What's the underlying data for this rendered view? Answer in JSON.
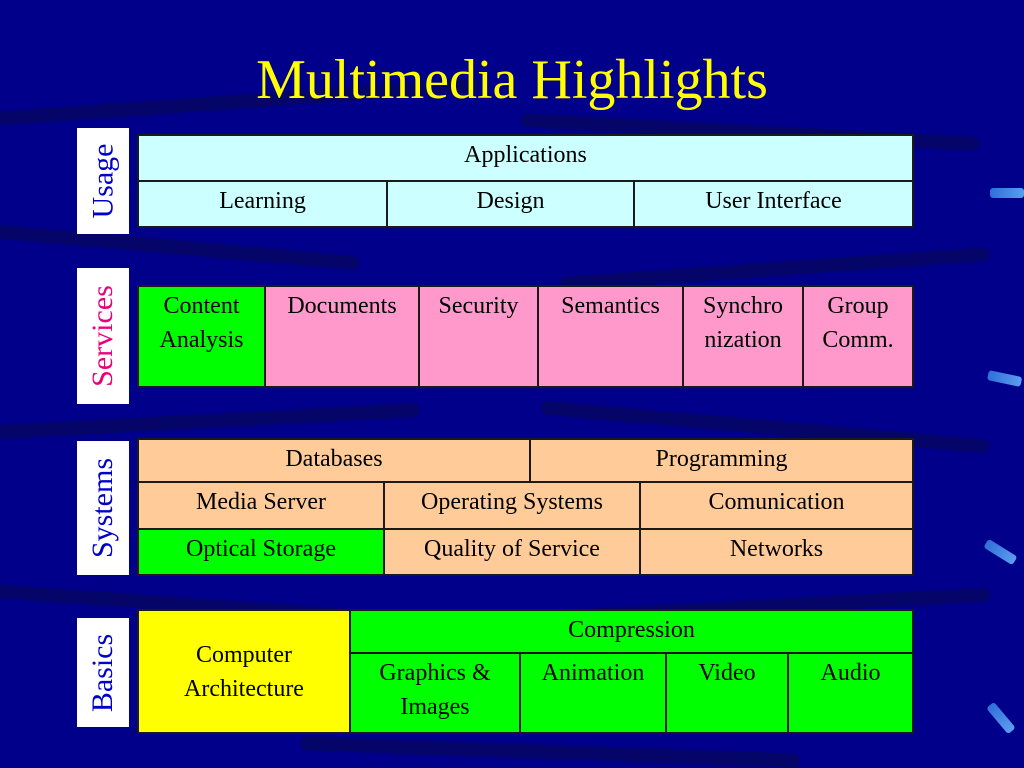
{
  "slide": {
    "title": "Multimedia Highlights"
  },
  "colors": {
    "background": "#00008b",
    "title": "#ffff00",
    "usage": "#ccffff",
    "services": "#ff99cc",
    "systems": "#ffcc99",
    "green": "#00ff00",
    "basics": "#ffff00",
    "label_usage": "#0000cc",
    "label_services": "#e8007a",
    "label_systems": "#0000cc",
    "label_basics": "#0000cc"
  },
  "layers": {
    "usage": {
      "label": "Usage",
      "applications": "Applications",
      "learning": "Learning",
      "design": "Design",
      "user_interface": "User Interface"
    },
    "services": {
      "label": "Services",
      "content_analysis_1": "Content",
      "content_analysis_2": "Analysis",
      "documents": "Documents",
      "security": "Security",
      "semantics": "Semantics",
      "synchro_1": "Synchro",
      "synchro_2": "nization",
      "group_1": "Group",
      "group_2": "Comm."
    },
    "systems": {
      "label": "Systems",
      "databases": "Databases",
      "programming": "Programming",
      "media_server": "Media Server",
      "operating_systems": "Operating Systems",
      "comunication": "Comunication",
      "optical_storage": "Optical Storage",
      "quality_of_service": "Quality of Service",
      "networks": "Networks"
    },
    "basics": {
      "label": "Basics",
      "computer_1": "Computer",
      "computer_2": "Architecture",
      "compression": "Compression",
      "graphics_1": "Graphics &",
      "graphics_2": "Images",
      "animation": "Animation",
      "video": "Video",
      "audio": "Audio"
    }
  }
}
